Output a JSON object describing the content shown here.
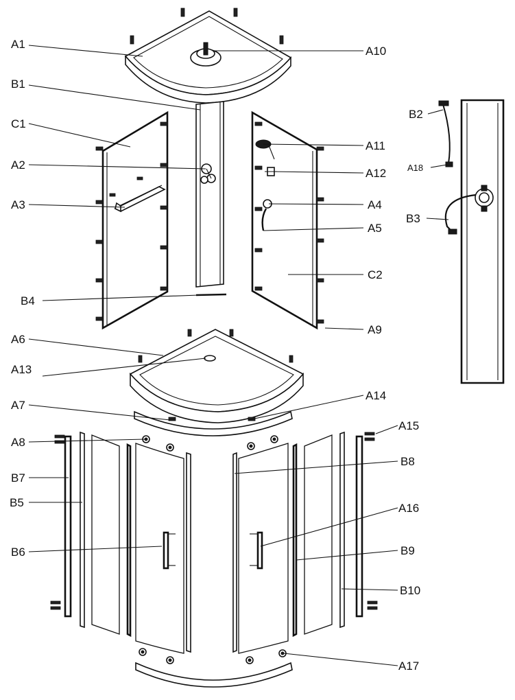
{
  "labels": {
    "A1": "A1",
    "A2": "A2",
    "A3": "A3",
    "A4": "A4",
    "A5": "A5",
    "A6": "A6",
    "A7": "A7",
    "A8": "A8",
    "A9": "A9",
    "A10": "A10",
    "A11": "A11",
    "A12": "A12",
    "A13": "A13",
    "A14": "A14",
    "A15": "A15",
    "A16": "A16",
    "A17": "A17",
    "A18": "A18",
    "B1": "B1",
    "B2": "B2",
    "B3": "B3",
    "B4": "B4",
    "B5": "B5",
    "B6": "B6",
    "B7": "B7",
    "B8": "B8",
    "B9": "B9",
    "B10": "B10",
    "C1": "C1",
    "C2": "C2"
  }
}
